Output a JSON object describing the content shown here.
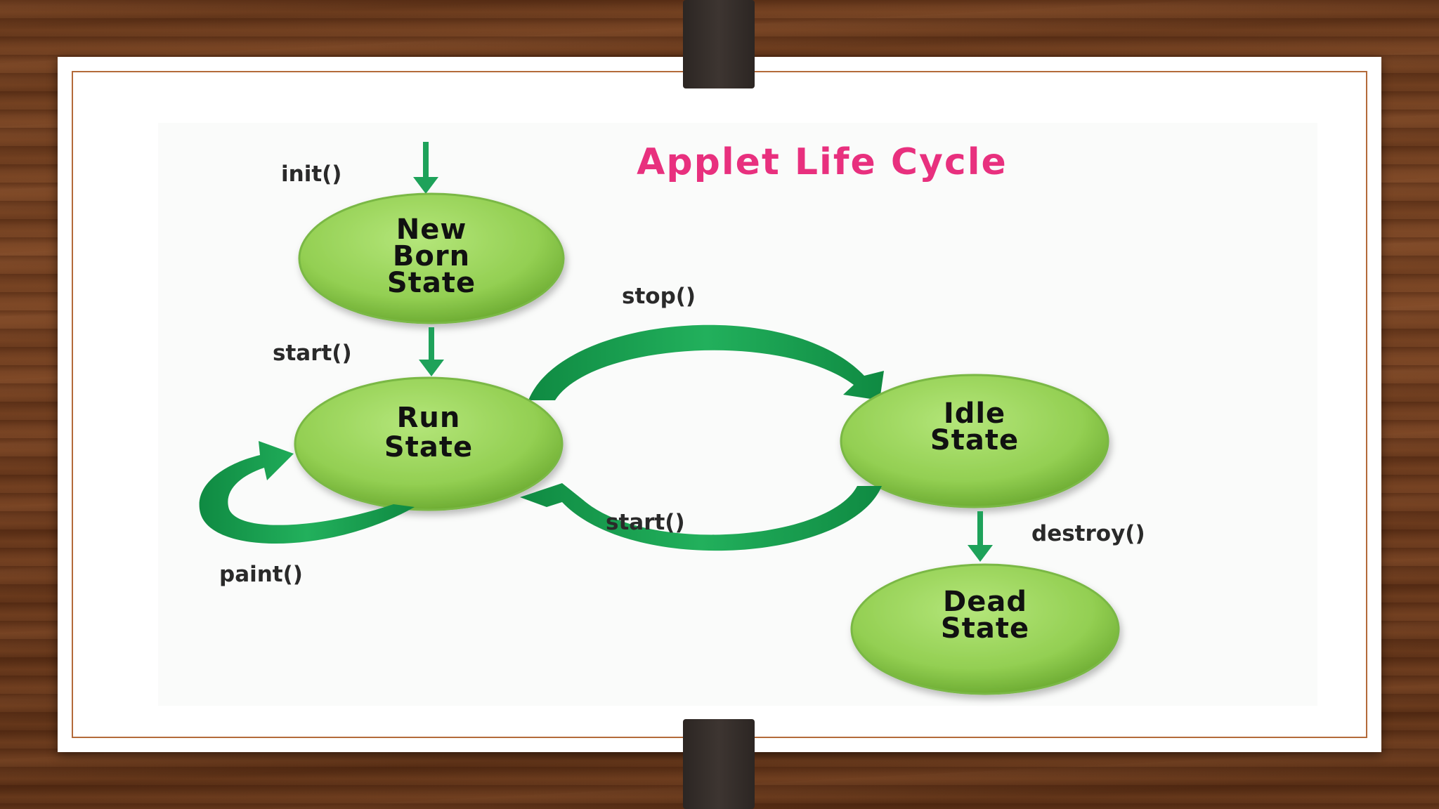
{
  "title": "Applet Life Cycle",
  "states": {
    "new_born": {
      "line1": "New",
      "line2": "Born",
      "line3": "State"
    },
    "run": {
      "line1": "Run",
      "line2": "State"
    },
    "idle": {
      "line1": "Idle",
      "line2": "State"
    },
    "dead": {
      "line1": "Dead",
      "line2": "State"
    }
  },
  "transitions": {
    "init": "init()",
    "start_new_to_run": "start()",
    "stop": "stop()",
    "start_idle_to_run": "start()",
    "destroy": "destroy()",
    "paint": "paint()"
  },
  "colors": {
    "title": "#e8307e",
    "state_fill": "#9ad45a",
    "arrow": "#1ea25a"
  }
}
